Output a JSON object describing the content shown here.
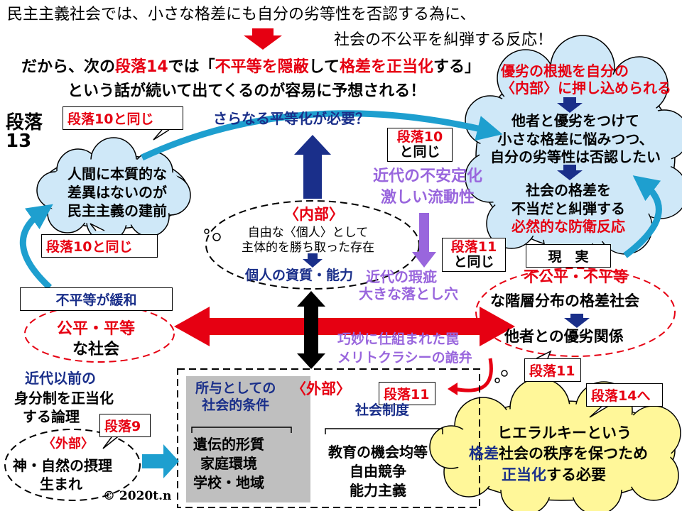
{
  "top": {
    "line1": "民主主義社会では、小さな格差にも自分の劣等性を否認する為に、",
    "line2": "社会の不公平を糾弾する反応！",
    "line3_a": "だから、次の",
    "line3_b": "段落14",
    "line3_c": "では「",
    "line3_d": "不平等を隠蔽",
    "line3_e": "して",
    "line3_f": "格差を正当化",
    "line3_g": "する」",
    "line4": "という話が続いて出てくるのが容易に予想される！"
  },
  "side_label": "段落\n13",
  "tags": {
    "dan10_topleft": "段落10と同じ",
    "dan10_mid_a": "段落10",
    "dan10_mid_b": "と同じ",
    "dan10_left": "段落10と同じ",
    "dan11_a": "段落11",
    "dan11_b": "と同じ",
    "dan11_right": "段落11",
    "dan11_bottom": "段落11",
    "dan14": "段落14へ",
    "dan9": "段落9",
    "genjitsu": "現　実",
    "fubyodo_kanwa": "不平等が緩和"
  },
  "center": {
    "further_equal": "さらなる平等化が必要？",
    "naibu": "〈内部〉",
    "jiyu_1": "自由な〈個人〉として",
    "jiyu_2": "主体的を勝ち取った存在",
    "shishitsu": "個人の資質・能力",
    "kindai_1": "近代の不安定化",
    "kindai_2": "激しい流動性",
    "kashi": "近代の瑕疵",
    "otoshiana": "大きな落とし穴",
    "wana": "巧妙に仕組まれた罠",
    "meritocracy": "メリトクラシーの詭弁"
  },
  "left_cloud": {
    "l1": "人間に本質的な",
    "l2": "差異はないのが",
    "l3": "民主主義の建前"
  },
  "right_cloud": {
    "title1": "優劣の根拠を自分の",
    "title2": "〈内部〉に押し込められる",
    "a1": "他者と優劣をつけて",
    "a2": "小さな格差に悩みつつ、",
    "a3": "自分の劣等性は否認したい",
    "b1": "社会の格差を",
    "b2": "不当だと糾弾する",
    "b3": "必然的な防衛反応"
  },
  "fair_society": {
    "l1": "公平・平等",
    "l2": "な社会"
  },
  "unequal_society": {
    "l1": "不公平・不平等",
    "l2": "な階層分布の格差社会",
    "l3": "他者との優劣関係"
  },
  "premodern": {
    "l1": "近代以前の",
    "l2": "身分制を正当化",
    "l3": "する論理",
    "gaibu": "〈外部〉",
    "g1": "神・自然の摂理",
    "g2": "生まれ"
  },
  "external": {
    "gaibu": "〈外部〉",
    "given_1": "所与としての",
    "given_2": "社会的条件",
    "g1": "遺伝的形質",
    "g2": "家庭環境",
    "g3": "学校・地域",
    "seido": "社会制度",
    "s1": "教育の機会均等",
    "s2": "自由競争",
    "s3": "能力主義"
  },
  "hierarchy_cloud": {
    "l1": "ヒエラルキーという",
    "l2a": "格差",
    "l2b": "社会の秩序を保つため",
    "l3a": "正当化",
    "l3b": "する必要"
  },
  "copyright": "© 2020t.n",
  "colors": {
    "red": "#e60012",
    "navy": "#1a2f8a",
    "purple": "#9966dd",
    "cloud_blue": "#cfe8f8",
    "cloud_yellow": "#fff799",
    "gray": "#bfbfbf",
    "teal": "#1e9fcf"
  }
}
